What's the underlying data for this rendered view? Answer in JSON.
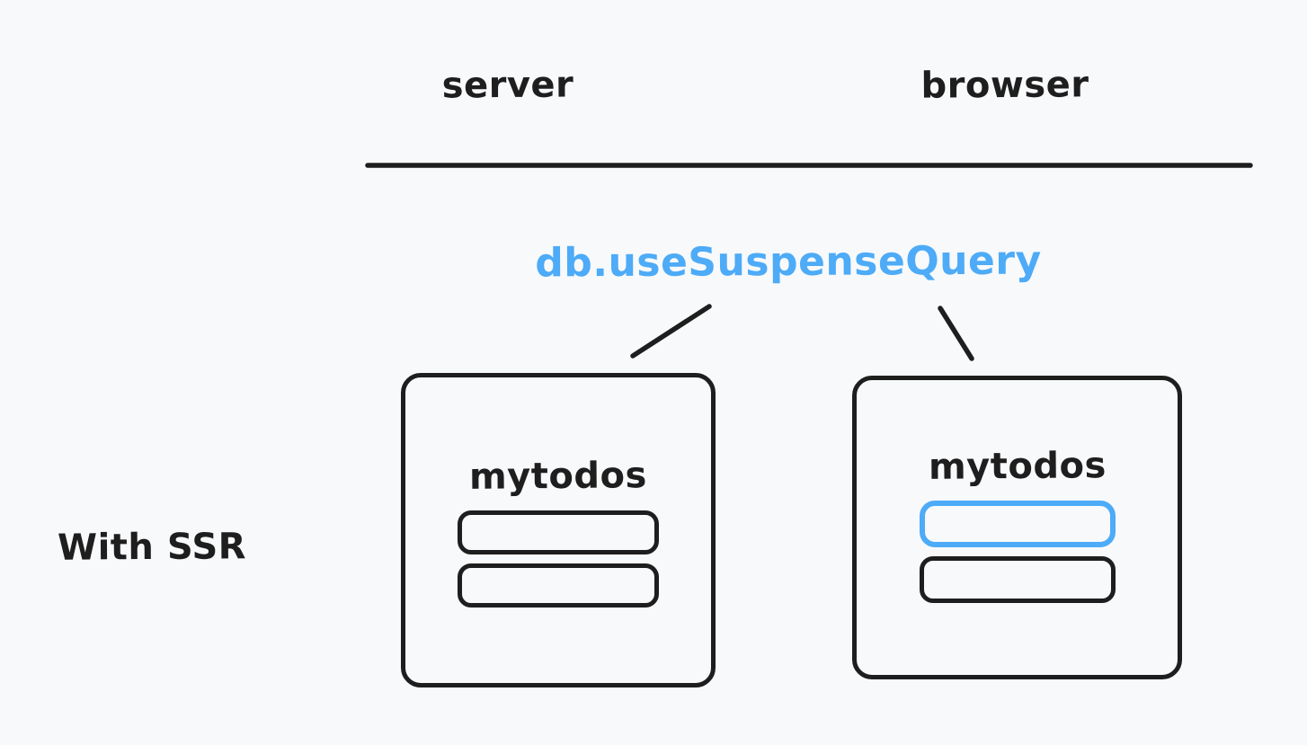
{
  "diagram": {
    "background": "#f8f9fb",
    "ink": "#1e1e1e",
    "accent": "#4dabf7"
  },
  "columns": {
    "server": "server",
    "browser": "browser"
  },
  "annotation": "db.useSuspenseQuery",
  "row_label": "With SSR",
  "cards": {
    "server": {
      "title": "mytodos",
      "items": [
        {
          "highlighted": false
        },
        {
          "highlighted": false
        }
      ]
    },
    "browser": {
      "title": "mytodos",
      "items": [
        {
          "highlighted": true
        },
        {
          "highlighted": false
        }
      ]
    }
  }
}
